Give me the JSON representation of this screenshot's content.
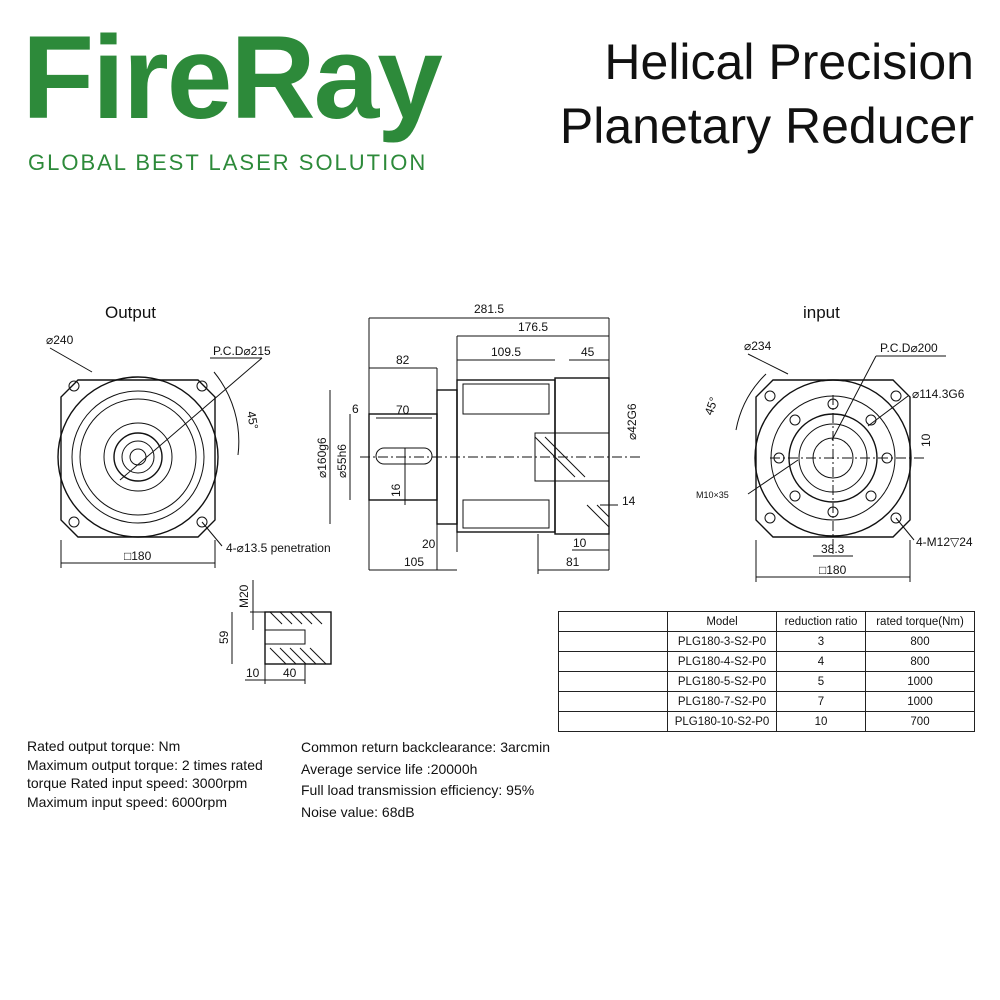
{
  "brand": {
    "name": "FireRay",
    "tagline": "GLOBAL BEST LASER SOLUTION",
    "color": "#2d8a3a"
  },
  "title": {
    "line1": "Helical Precision",
    "line2": "Planetary Reducer"
  },
  "drawing": {
    "output_label": "Output",
    "input_label": "input",
    "output_view": {
      "dia_outer": "⌀240",
      "pcd": "P.C.D⌀215",
      "angle": "45°",
      "holes": "4-⌀13.5 penetration",
      "square": "□180"
    },
    "side_view": {
      "len_total": "281.5",
      "len_body": "176.5",
      "len_shaft": "82",
      "len_mid": "109.5",
      "len_flange": "45",
      "key_offset": "6",
      "key_len": "70",
      "dia_body": "⌀160g6",
      "dia_shaft": "⌀55h6",
      "key_w": "16",
      "dia_bore": "⌀42G6",
      "bore_depth": "14",
      "flange_t": "20",
      "len_front": "105",
      "len_rear": "81",
      "rear_step": "10"
    },
    "input_view": {
      "dia_outer": "⌀234",
      "pcd": "P.C.D⌀200",
      "angle": "45°",
      "dia_pilot": "⌀114.3G6",
      "set_screw": "M10×35",
      "key_dim": "10",
      "offset": "38.3",
      "holes": "4-M12▽24",
      "square": "□180"
    },
    "thread_detail": {
      "thread": "M20",
      "depth": "59",
      "d1": "10",
      "d2": "40"
    }
  },
  "table": {
    "headers": [
      "",
      "Model",
      "reduction ratio",
      "rated torque(Nm)"
    ],
    "rows": [
      [
        "",
        "PLG180-3-S2-P0",
        "3",
        "800"
      ],
      [
        "",
        "PLG180-4-S2-P0",
        "4",
        "800"
      ],
      [
        "",
        "PLG180-5-S2-P0",
        "5",
        "1000"
      ],
      [
        "",
        "PLG180-7-S2-P0",
        "7",
        "1000"
      ],
      [
        "",
        "PLG180-10-S2-P0",
        "10",
        "700"
      ]
    ]
  },
  "specs_left": [
    "Rated output torque: Nm",
    "Maximum output torque: 2 times rated",
    "torque Rated input speed: 3000rpm",
    "Maximum input speed: 6000rpm"
  ],
  "specs_right": [
    "Common return backclearance: 3arcmin",
    "Average service life :20000h",
    "Full load transmission efficiency: 95%",
    "Noise value: 68dB"
  ]
}
